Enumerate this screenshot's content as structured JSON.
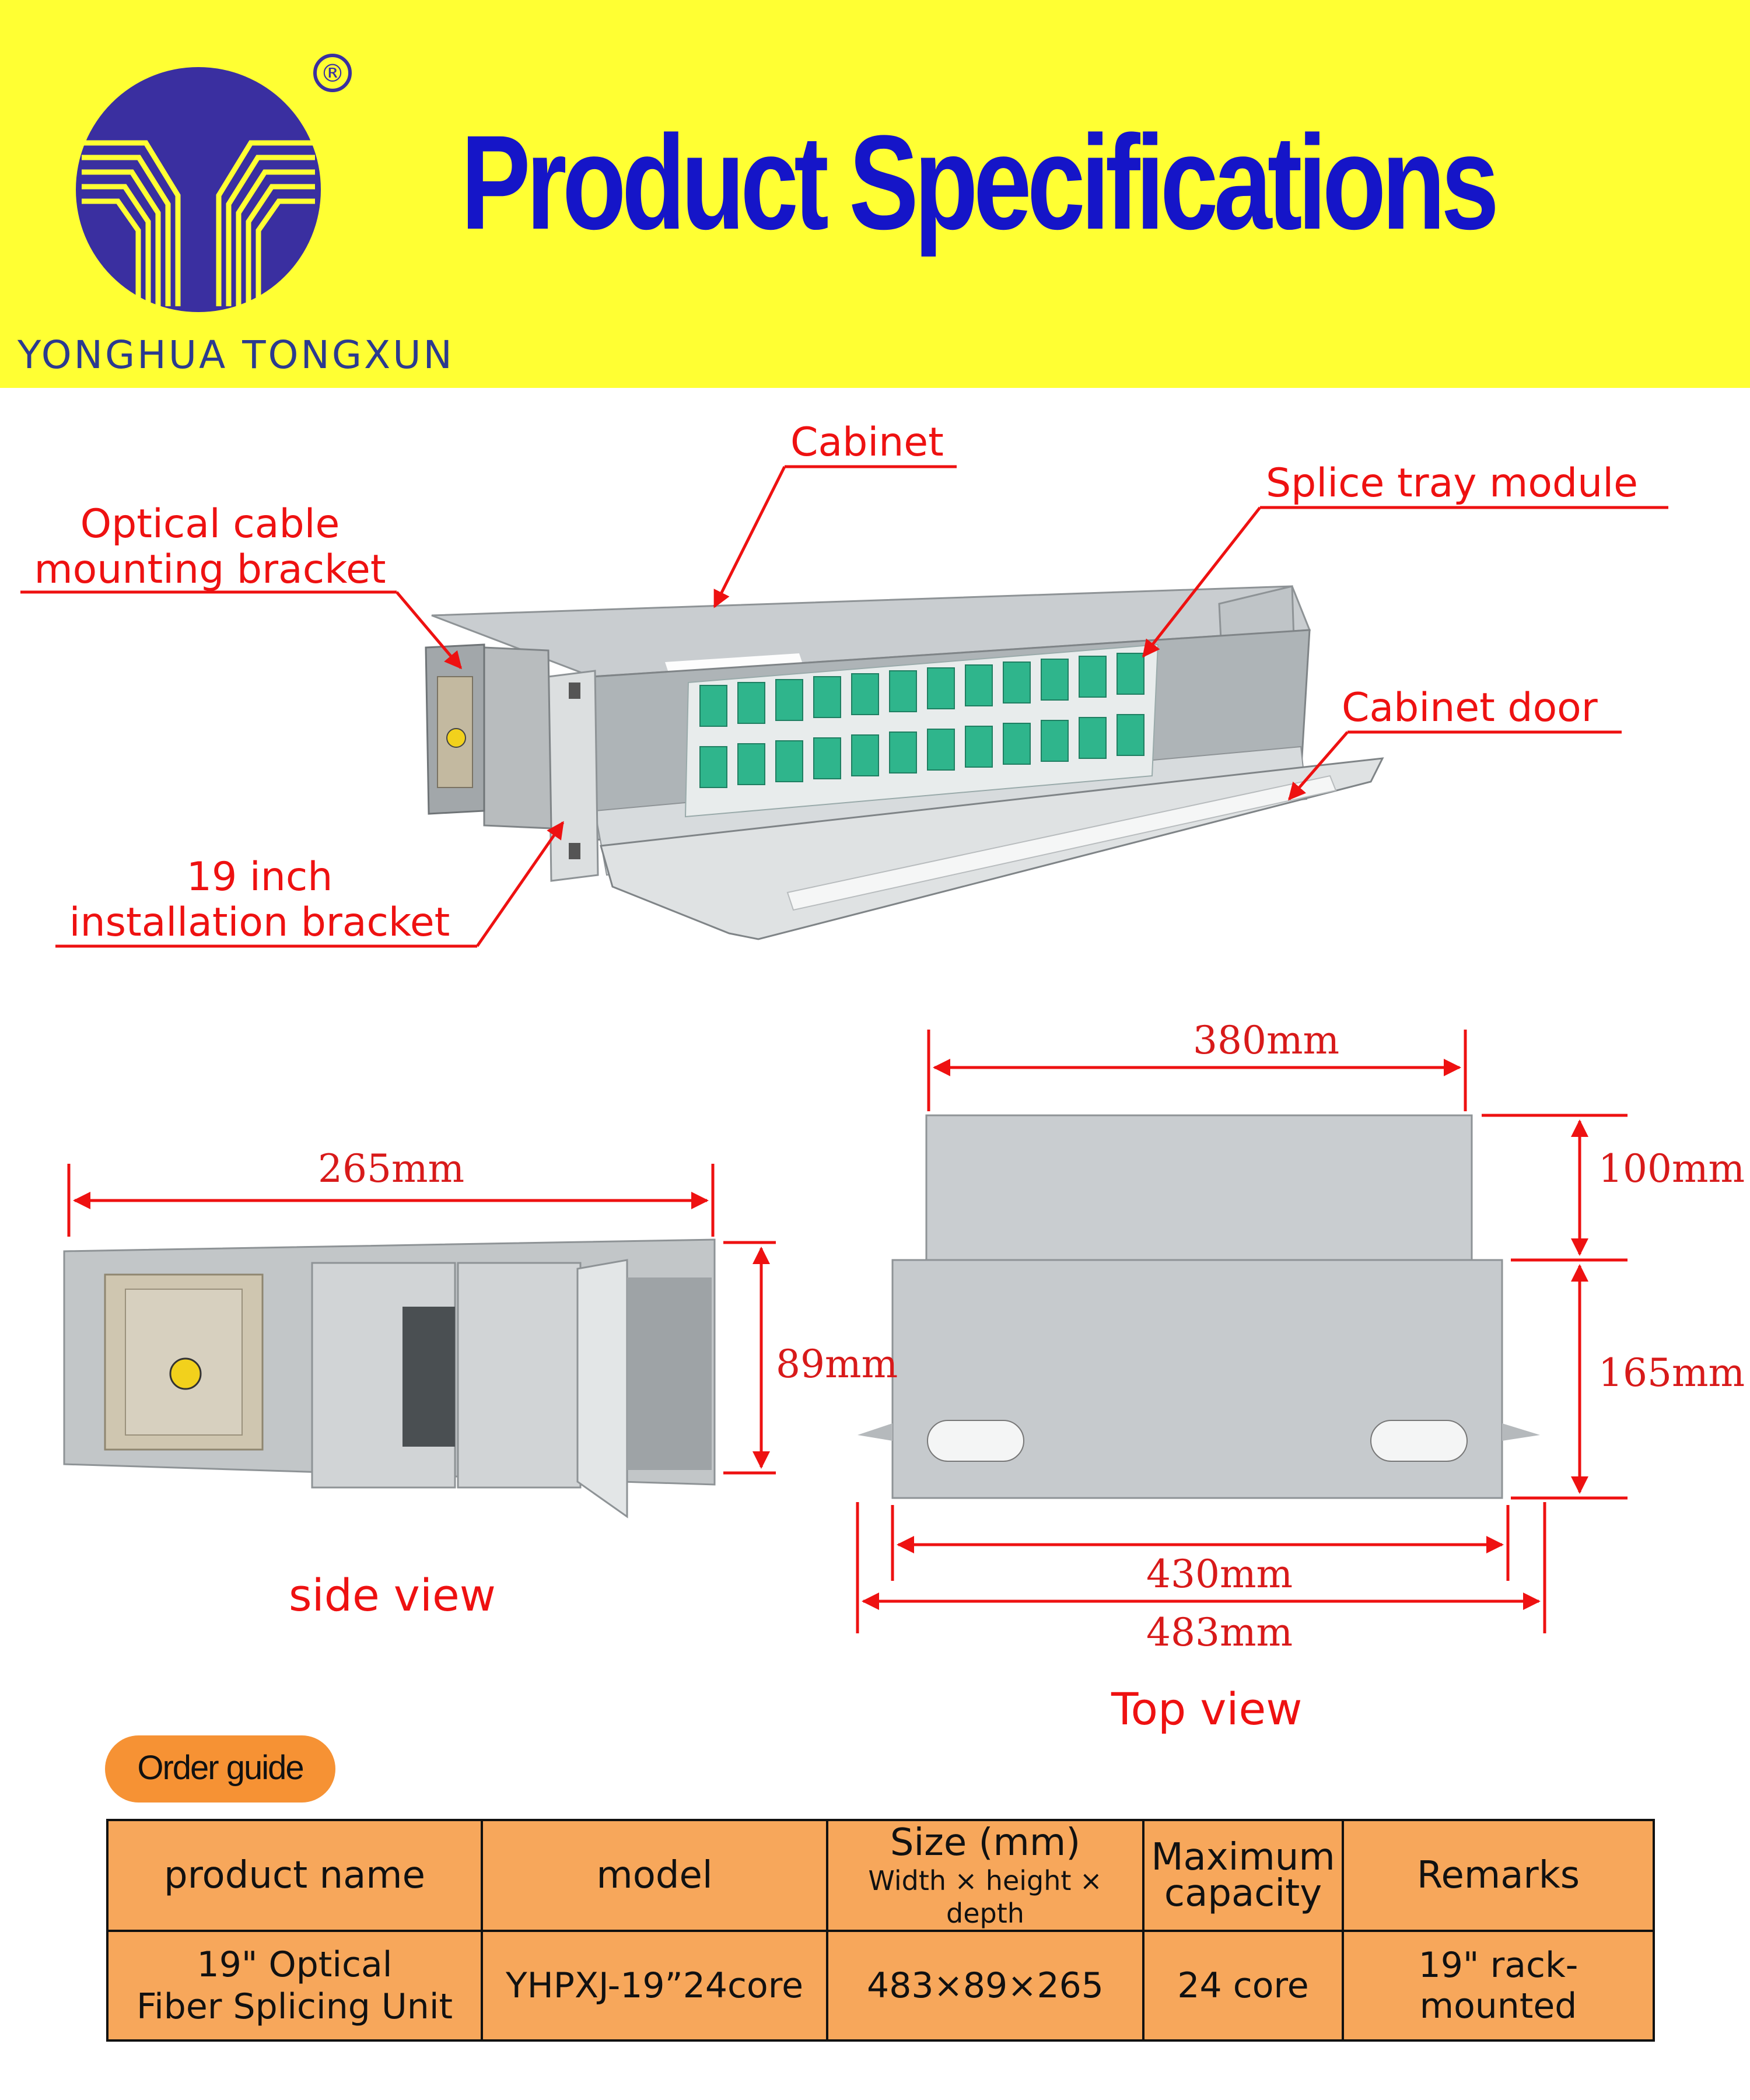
{
  "header": {
    "title": "Product Specifications",
    "brand": "YONGHUA TONGXUN",
    "registered_mark": "®",
    "background_color": "#ffff33",
    "title_color": "#1515c8"
  },
  "callouts": {
    "cabinet": "Cabinet",
    "splice_tray": "Splice tray module",
    "cable_bracket_line1": "Optical cable",
    "cable_bracket_line2": "mounting bracket",
    "cabinet_door": "Cabinet door",
    "install_bracket_line1": "19 inch",
    "install_bracket_line2": "installation bracket"
  },
  "side_view": {
    "label": "side view",
    "depth": "265mm",
    "height": "89mm"
  },
  "top_view": {
    "label": "Top view",
    "width_top": "380mm",
    "depth_rear": "100mm",
    "depth_front": "165mm",
    "width_body": "430mm",
    "width_overall": "483mm"
  },
  "order_guide": {
    "label": "Order guide",
    "headers": {
      "product_name": "product name",
      "model": "model",
      "size": "Size (mm)",
      "size_sub": "Width × height × depth",
      "capacity_line1": "Maximum",
      "capacity_line2": "capacity",
      "remarks": "Remarks"
    },
    "row": {
      "product_name_line1": "19\" Optical",
      "product_name_line2": "Fiber Splicing Unit",
      "model": "YHPXJ-19”24core",
      "size": "483×89×265",
      "capacity": "24 core",
      "remarks": "19\" rack-mounted"
    },
    "table_color": "#f7a75b"
  },
  "colors": {
    "callout_red": "#e11111",
    "adapter_green": "#2fb58c"
  }
}
